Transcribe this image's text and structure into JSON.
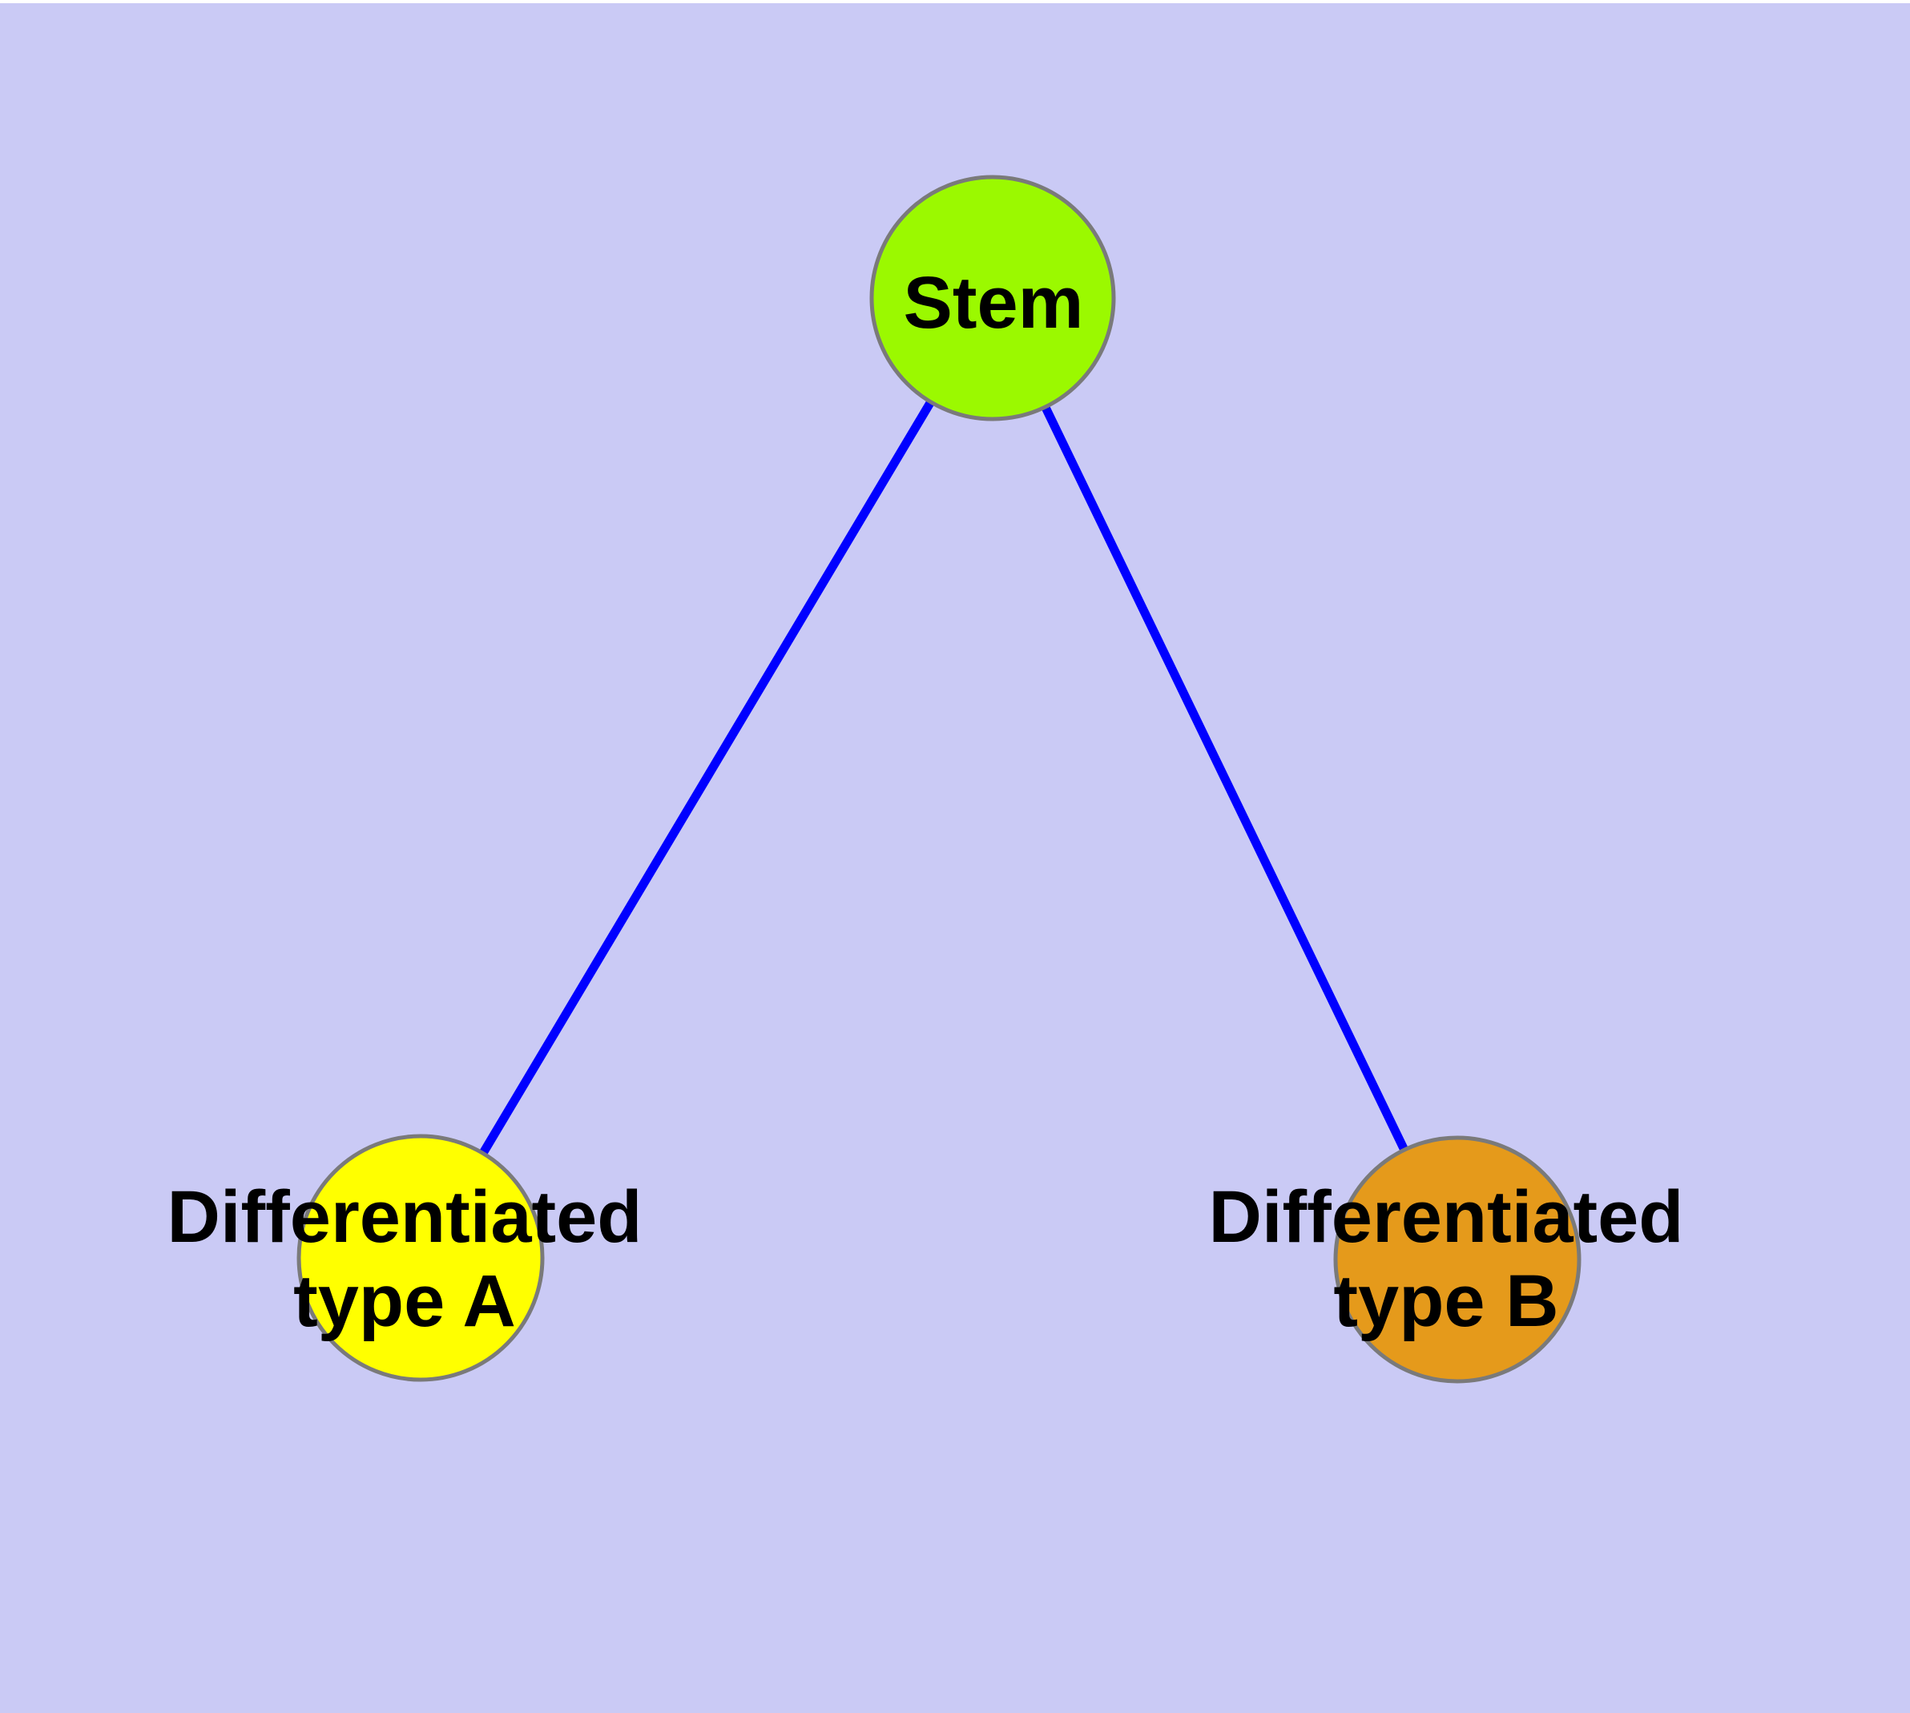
{
  "diagram": {
    "type": "graph",
    "background_color": "#CACAF5",
    "top_strip_color": "#FFFFFF",
    "edge_color": "#0000FF",
    "node_border_color": "#7A7A7A",
    "label_color": "#000000",
    "nodes": [
      {
        "id": "stem",
        "label": "Stem",
        "fill": "#9BF900"
      },
      {
        "id": "differentiated-type-a",
        "label_line1": "Differentiated",
        "label_line2": "type A",
        "fill": "#FFFF00"
      },
      {
        "id": "differentiated-type-b",
        "label_line1": "Differentiated",
        "label_line2": "type B",
        "fill": "#E59A1B"
      }
    ],
    "edges": [
      {
        "from": "stem",
        "to": "differentiated-type-a"
      },
      {
        "from": "stem",
        "to": "differentiated-type-b"
      }
    ]
  }
}
